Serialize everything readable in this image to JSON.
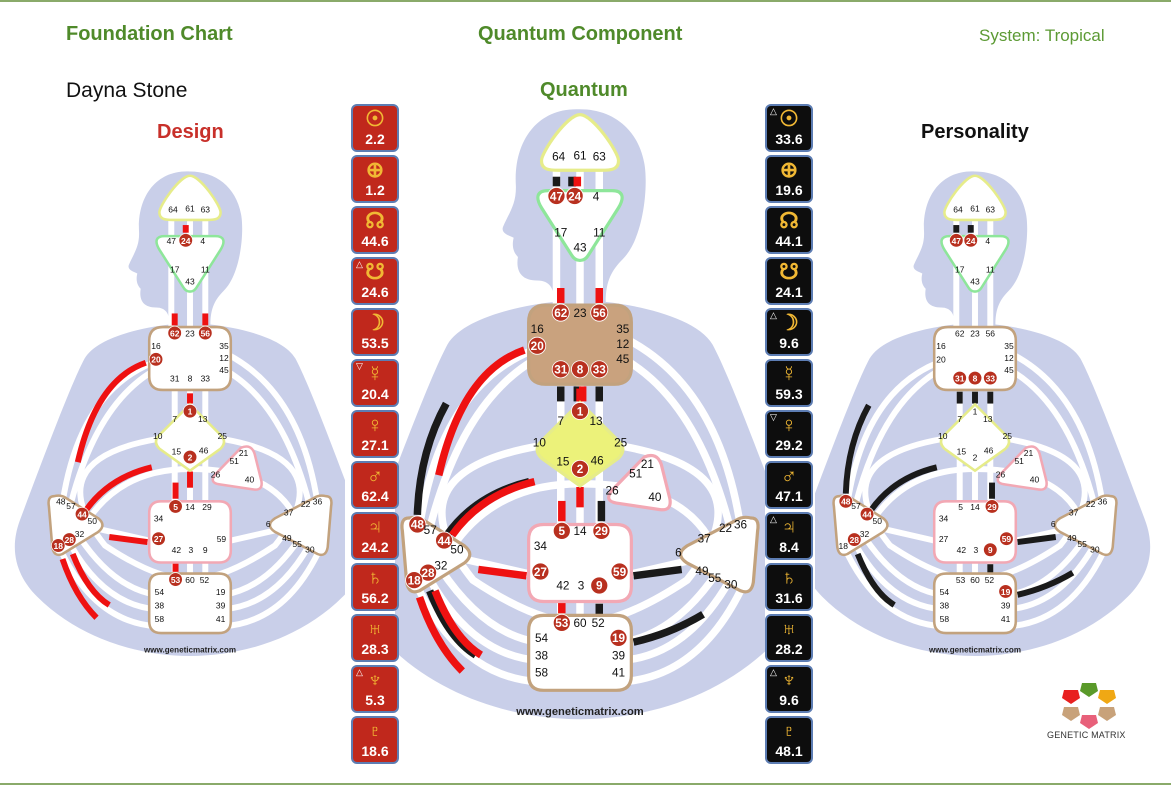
{
  "header": {
    "foundation_title": "Foundation Chart",
    "quantum_component_title": "Quantum Component",
    "system_label": "System: Tropical",
    "person_name": "Dayna Stone",
    "quantum_title": "Quantum",
    "design_title": "Design",
    "personality_title": "Personality"
  },
  "colors": {
    "design_red": "#c8302a",
    "personality_black": "#111111",
    "heading_green": "#4f8a2a",
    "body_silhouette": "#c9cfe9",
    "gate_badge": "#b8301f",
    "channel_red": "#ee1111",
    "channel_black": "#1a1a1a"
  },
  "design_planets": [
    {
      "planet": "Sun",
      "icon": "sun-icon",
      "glyph": "☉",
      "value": "2.2",
      "mark": ""
    },
    {
      "planet": "Earth",
      "icon": "earth-icon",
      "glyph": "⊕",
      "value": "1.2",
      "mark": ""
    },
    {
      "planet": "North Node",
      "icon": "north-node-icon",
      "glyph": "☊",
      "value": "44.6",
      "mark": ""
    },
    {
      "planet": "South Node",
      "icon": "south-node-icon",
      "glyph": "☋",
      "value": "24.6",
      "mark": "△"
    },
    {
      "planet": "Moon",
      "icon": "moon-icon",
      "glyph": "☽",
      "value": "53.5",
      "mark": ""
    },
    {
      "planet": "Mercury",
      "icon": "mercury-icon",
      "glyph": "☿",
      "value": "20.4",
      "mark": "▽"
    },
    {
      "planet": "Venus",
      "icon": "venus-icon",
      "glyph": "♀",
      "value": "27.1",
      "mark": ""
    },
    {
      "planet": "Mars",
      "icon": "mars-icon",
      "glyph": "♂",
      "value": "62.4",
      "mark": ""
    },
    {
      "planet": "Jupiter",
      "icon": "jupiter-icon",
      "glyph": "♃",
      "value": "24.2",
      "mark": ""
    },
    {
      "planet": "Saturn",
      "icon": "saturn-icon",
      "glyph": "♄",
      "value": "56.2",
      "mark": ""
    },
    {
      "planet": "Uranus",
      "icon": "uranus-icon",
      "glyph": "♅",
      "value": "28.3",
      "mark": ""
    },
    {
      "planet": "Neptune",
      "icon": "neptune-icon",
      "glyph": "♆",
      "value": "5.3",
      "mark": "△"
    },
    {
      "planet": "Pluto",
      "icon": "pluto-icon",
      "glyph": "♇",
      "value": "18.6",
      "mark": ""
    }
  ],
  "personality_planets": [
    {
      "planet": "Sun",
      "icon": "sun-icon",
      "glyph": "☉",
      "value": "33.6",
      "mark": "△"
    },
    {
      "planet": "Earth",
      "icon": "earth-icon",
      "glyph": "⊕",
      "value": "19.6",
      "mark": ""
    },
    {
      "planet": "North Node",
      "icon": "north-node-icon",
      "glyph": "☊",
      "value": "44.1",
      "mark": ""
    },
    {
      "planet": "South Node",
      "icon": "south-node-icon",
      "glyph": "☋",
      "value": "24.1",
      "mark": ""
    },
    {
      "planet": "Moon",
      "icon": "moon-icon",
      "glyph": "☽",
      "value": "9.6",
      "mark": "△"
    },
    {
      "planet": "Mercury",
      "icon": "mercury-icon",
      "glyph": "☿",
      "value": "59.3",
      "mark": ""
    },
    {
      "planet": "Venus",
      "icon": "venus-icon",
      "glyph": "♀",
      "value": "29.2",
      "mark": "▽"
    },
    {
      "planet": "Mars",
      "icon": "mars-icon",
      "glyph": "♂",
      "value": "47.1",
      "mark": ""
    },
    {
      "planet": "Jupiter",
      "icon": "jupiter-icon",
      "glyph": "♃",
      "value": "8.4",
      "mark": "△"
    },
    {
      "planet": "Saturn",
      "icon": "saturn-icon",
      "glyph": "♄",
      "value": "31.6",
      "mark": ""
    },
    {
      "planet": "Uranus",
      "icon": "uranus-icon",
      "glyph": "♅",
      "value": "28.2",
      "mark": ""
    },
    {
      "planet": "Neptune",
      "icon": "neptune-icon",
      "glyph": "♆",
      "value": "9.6",
      "mark": "△"
    },
    {
      "planet": "Pluto",
      "icon": "pluto-icon",
      "glyph": "♇",
      "value": "48.1",
      "mark": ""
    }
  ],
  "centers": {
    "head": {
      "name": "Head",
      "gates": [
        "64",
        "61",
        "63"
      ]
    },
    "ajna": {
      "name": "Ajna",
      "gates": [
        "47",
        "24",
        "4",
        "17",
        "11",
        "43"
      ]
    },
    "throat": {
      "name": "Throat",
      "gates": [
        "62",
        "23",
        "56",
        "16",
        "35",
        "20",
        "12",
        "45",
        "31",
        "8",
        "33"
      ]
    },
    "g": {
      "name": "G Center",
      "gates": [
        "1",
        "7",
        "13",
        "10",
        "25",
        "15",
        "46",
        "2"
      ]
    },
    "ego": {
      "name": "Heart",
      "gates": [
        "21",
        "51",
        "26",
        "40"
      ]
    },
    "spleen": {
      "name": "Spleen",
      "gates": [
        "48",
        "57",
        "44",
        "50",
        "32",
        "28",
        "18"
      ]
    },
    "sacral": {
      "name": "Sacral",
      "gates": [
        "5",
        "14",
        "29",
        "34",
        "27",
        "59",
        "42",
        "3",
        "9"
      ]
    },
    "solar_plexus": {
      "name": "Solar Plexus",
      "gates": [
        "36",
        "22",
        "37",
        "6",
        "49",
        "55",
        "30"
      ]
    },
    "root": {
      "name": "Root",
      "gates": [
        "53",
        "60",
        "52",
        "54",
        "19",
        "38",
        "39",
        "58",
        "41"
      ]
    }
  },
  "charts": {
    "design": {
      "defined_centers": [],
      "active_gates": [
        "24",
        "62",
        "56",
        "20",
        "1",
        "2",
        "5",
        "44",
        "27",
        "28",
        "18",
        "53"
      ],
      "channel_fragments": [
        {
          "gate": "24",
          "color": "red"
        },
        {
          "gate": "62",
          "color": "red"
        },
        {
          "gate": "56",
          "color": "red"
        },
        {
          "gate": "20",
          "color": "red"
        },
        {
          "gate": "1",
          "color": "red"
        },
        {
          "gate": "2",
          "color": "red"
        },
        {
          "gate": "5",
          "color": "red"
        },
        {
          "gate": "44",
          "color": "red"
        },
        {
          "gate": "27",
          "color": "red"
        },
        {
          "gate": "28",
          "color": "red"
        },
        {
          "gate": "18",
          "color": "red"
        },
        {
          "gate": "53",
          "color": "red"
        }
      ],
      "watermark": "www.geneticmatrix.com"
    },
    "quantum": {
      "defined_centers": [
        "throat",
        "g"
      ],
      "active_gates": [
        "47",
        "24",
        "62",
        "56",
        "20",
        "31",
        "8",
        "33",
        "1",
        "2",
        "5",
        "29",
        "48",
        "44",
        "27",
        "59",
        "28",
        "18",
        "9",
        "53",
        "19"
      ],
      "channel_fragments": [
        {
          "gate": "47",
          "color": "black"
        },
        {
          "gate": "24",
          "color": "mixed"
        },
        {
          "gate": "62",
          "color": "red"
        },
        {
          "gate": "56",
          "color": "red"
        },
        {
          "gate": "20",
          "color": "red"
        },
        {
          "gate": "31",
          "color": "black"
        },
        {
          "gate": "8",
          "color": "mixed"
        },
        {
          "gate": "33",
          "color": "black"
        },
        {
          "gate": "1",
          "color": "red"
        },
        {
          "gate": "2",
          "color": "red"
        },
        {
          "gate": "5",
          "color": "red"
        },
        {
          "gate": "29",
          "color": "black"
        },
        {
          "gate": "48",
          "color": "black"
        },
        {
          "gate": "44",
          "color": "mixed"
        },
        {
          "gate": "27",
          "color": "red"
        },
        {
          "gate": "59",
          "color": "black"
        },
        {
          "gate": "28",
          "color": "mixed"
        },
        {
          "gate": "18",
          "color": "red"
        },
        {
          "gate": "9",
          "color": "black"
        },
        {
          "gate": "53",
          "color": "red"
        },
        {
          "gate": "19",
          "color": "black"
        }
      ],
      "watermark": "www.geneticmatrix.com"
    },
    "personality": {
      "defined_centers": [],
      "active_gates": [
        "47",
        "24",
        "31",
        "8",
        "33",
        "29",
        "48",
        "44",
        "28",
        "59",
        "9",
        "19"
      ],
      "channel_fragments": [
        {
          "gate": "47",
          "color": "black"
        },
        {
          "gate": "24",
          "color": "black"
        },
        {
          "gate": "31",
          "color": "black"
        },
        {
          "gate": "8",
          "color": "black"
        },
        {
          "gate": "33",
          "color": "black"
        },
        {
          "gate": "29",
          "color": "black"
        },
        {
          "gate": "48",
          "color": "black"
        },
        {
          "gate": "44",
          "color": "black"
        },
        {
          "gate": "28",
          "color": "black"
        },
        {
          "gate": "59",
          "color": "black"
        },
        {
          "gate": "9",
          "color": "black"
        },
        {
          "gate": "19",
          "color": "black"
        }
      ],
      "watermark": "www.geneticmatrix.com"
    }
  },
  "logo": {
    "text": "GENETIC MATRIX",
    "petal_colors": [
      "#5a9a2a",
      "#f0a814",
      "#c8a27a",
      "#e8607a",
      "#c8a27a",
      "#e82020"
    ]
  }
}
